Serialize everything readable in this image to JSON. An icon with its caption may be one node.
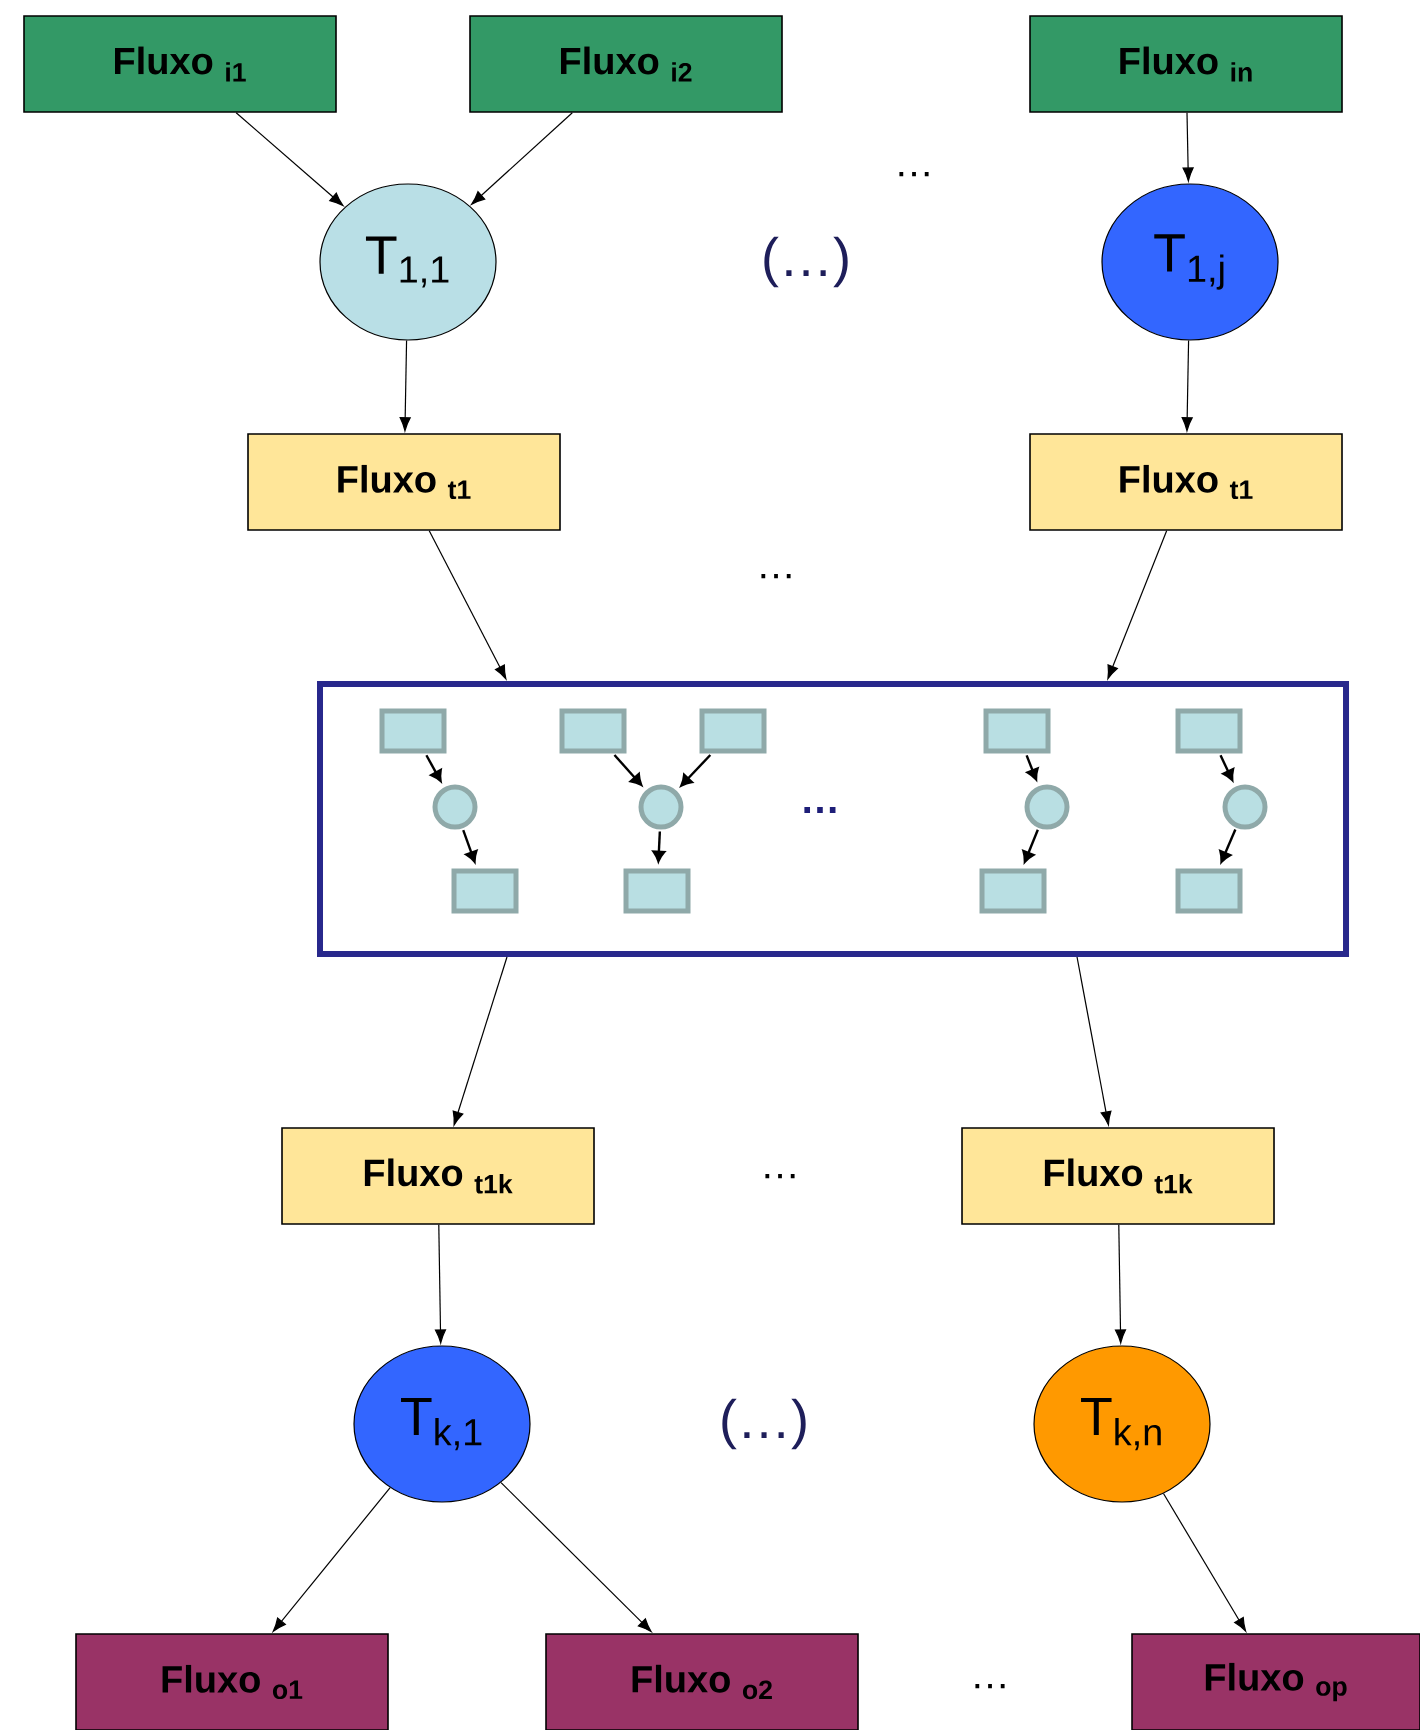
{
  "diagram": {
    "nodes": [
      {
        "text": [
          "Fluxo $_{i1}$"
        ]
      },
      {
        "text": [
          "Fluxo $_{i2}$"
        ]
      },
      {
        "text": [
          "Fluxo $_{in}$"
        ]
      },
      {
        "text": [
          "T$_{1,1}$"
        ]
      },
      {
        "text": [
          "T$_{1,j}$"
        ]
      },
      {
        "text": [
          "Fluxo $_{t1}$"
        ]
      },
      {
        "text": [
          "Fluxo $_{t1}$"
        ]
      },
      {
        "text": [],
        "shape": "box"
      },
      {
        "text": [],
        "shape": "box",
        "in": 7
      },
      {
        "text": [],
        "shape": "box",
        "in": 7
      },
      {
        "text": [],
        "shape": "box",
        "in": 7
      },
      {
        "text": [],
        "shape": "box",
        "in": 7
      },
      {
        "text": [],
        "shape": "box",
        "in": 7
      },
      {
        "text": [],
        "shape": "circle",
        "in": 7
      },
      {
        "text": [],
        "shape": "circle",
        "in": 7
      },
      {
        "text": [],
        "shape": "circle",
        "in": 7
      },
      {
        "text": [],
        "shape": "circle",
        "in": 7
      },
      {
        "text": [],
        "shape": "box",
        "in": 7
      },
      {
        "text": [],
        "shape": "box",
        "in": 7
      },
      {
        "text": [],
        "shape": "box",
        "in": 7
      },
      {
        "text": [],
        "shape": "box",
        "in": 7
      },
      {
        "text": [
          "Fluxo $_{t1k}$"
        ]
      },
      {
        "text": [
          "Fluxo $_{t1k}$"
        ]
      },
      {
        "text": [
          "T$_{k,1}$"
        ]
      },
      {
        "text": [
          "T$_{k,n}$"
        ]
      },
      {
        "text": [
          "Fluxo $_{o1}$"
        ]
      },
      {
        "text": [
          "Fluxo $_{o2}$"
        ]
      },
      {
        "text": [
          "Fluxo $_{op}$"
        ]
      }
    ],
    "edges": [
      {
        "from": 0,
        "to": 3,
        "arrow": "to"
      },
      {
        "from": 1,
        "to": 3,
        "arrow": "to"
      },
      {
        "from": 2,
        "to": 4,
        "arrow": "to"
      },
      {
        "from": 3,
        "to": 5,
        "arrow": "to"
      },
      {
        "from": 4,
        "to": 6,
        "arrow": "to"
      },
      {
        "from": 5,
        "to": 7,
        "arrow": "to"
      },
      {
        "from": 6,
        "to": 7,
        "arrow": "to"
      },
      {
        "from": 8,
        "to": 13,
        "arrow": "to"
      },
      {
        "from": 13,
        "to": 17,
        "arrow": "to"
      },
      {
        "from": 9,
        "to": 14,
        "arrow": "to"
      },
      {
        "from": 10,
        "to": 14,
        "arrow": "to"
      },
      {
        "from": 14,
        "to": 18,
        "arrow": "to"
      },
      {
        "from": 11,
        "to": 15,
        "arrow": "to"
      },
      {
        "from": 15,
        "to": 19,
        "arrow": "to"
      },
      {
        "from": 12,
        "to": 16,
        "arrow": "to"
      },
      {
        "from": 16,
        "to": 20,
        "arrow": "to"
      },
      {
        "from": 7,
        "to": 21,
        "arrow": "to"
      },
      {
        "from": 7,
        "to": 22,
        "arrow": "to"
      },
      {
        "from": 21,
        "to": 23,
        "arrow": "to"
      },
      {
        "from": 22,
        "to": 24,
        "arrow": "to"
      },
      {
        "from": 23,
        "to": 25,
        "arrow": "to"
      },
      {
        "from": 23,
        "to": 26,
        "arrow": "to"
      },
      {
        "from": 24,
        "to": 27,
        "arrow": "to"
      }
    ],
    "labels": [
      "…",
      "(…)",
      "…",
      "…",
      "…",
      "(…)",
      "…"
    ]
  }
}
